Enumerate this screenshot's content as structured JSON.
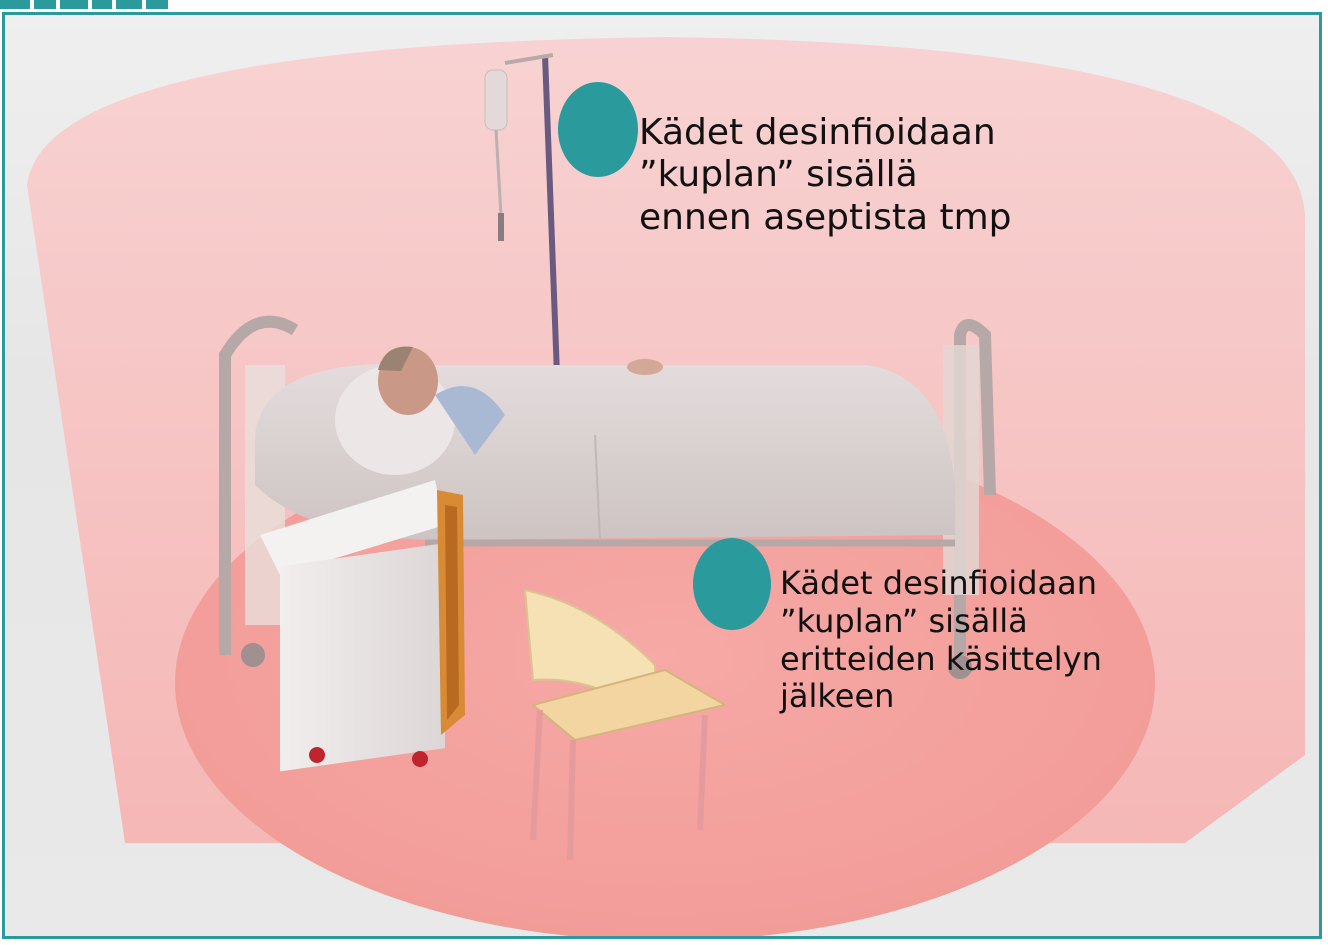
{
  "slide": {
    "frame_color": "#2a9a9c",
    "bullet_color": "#2a9a9c",
    "illustration": "patient-zone-hospital-bed-icon"
  },
  "callouts": [
    {
      "lines": [
        "Kädet desinfioidaan",
        "”kuplan” sisällä",
        "ennen aseptista tmp"
      ]
    },
    {
      "lines": [
        "Kädet desinfioidaan",
        "”kuplan” sisällä",
        "eritteiden käsittelyn",
        "jälkeen"
      ]
    }
  ]
}
